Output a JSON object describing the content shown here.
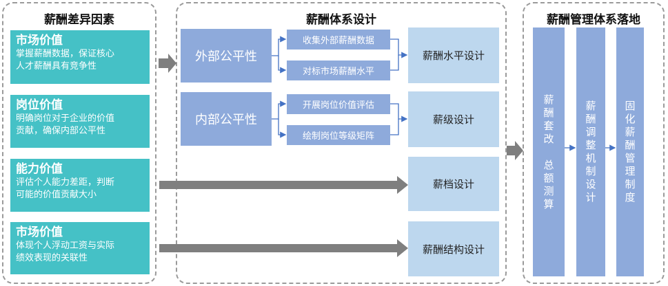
{
  "left_panel": {
    "title": "薪酬差异因素",
    "items": [
      {
        "title": "市场价值",
        "desc_line1": "掌握薪酬数据，保证核心",
        "desc_line2": "人才薪酬具有竞争性"
      },
      {
        "title": "岗位价值",
        "desc_line1": "明确岗位对于企业的价值",
        "desc_line2": "贡献，确保内部公平性"
      },
      {
        "title": "能力价值",
        "desc_line1": "评估个人能力差距，判断",
        "desc_line2": "可能的价值贡献大小"
      },
      {
        "title": "市场价值",
        "desc_line1": "体现个人浮动工资与实际",
        "desc_line2": "绩效表现的关联性"
      }
    ]
  },
  "middle_panel": {
    "title": "薪酬体系设计",
    "external": {
      "label": "外部公平性",
      "steps": [
        "收集外部薪酬数据",
        "对标市场薪酬水平"
      ],
      "result": "薪酬水平设计"
    },
    "internal": {
      "label": "内部公平性",
      "steps": [
        "开展岗位价值评估",
        "绘制岗位等级矩阵"
      ],
      "result": "薪级设计"
    },
    "grade": "薪档设计",
    "structure": "薪酬结构设计"
  },
  "right_panel": {
    "title": "薪酬管理体系落地",
    "col1_chars": [
      "薪",
      "酬",
      "套",
      "改",
      "",
      "总",
      "额",
      "测",
      "算"
    ],
    "col2_chars": [
      "薪",
      "酬",
      "调",
      "整",
      "机",
      "制",
      "设",
      "计"
    ],
    "col3_chars": [
      "固",
      "化",
      "薪",
      "酬",
      "管",
      "理",
      "制",
      "度"
    ]
  }
}
